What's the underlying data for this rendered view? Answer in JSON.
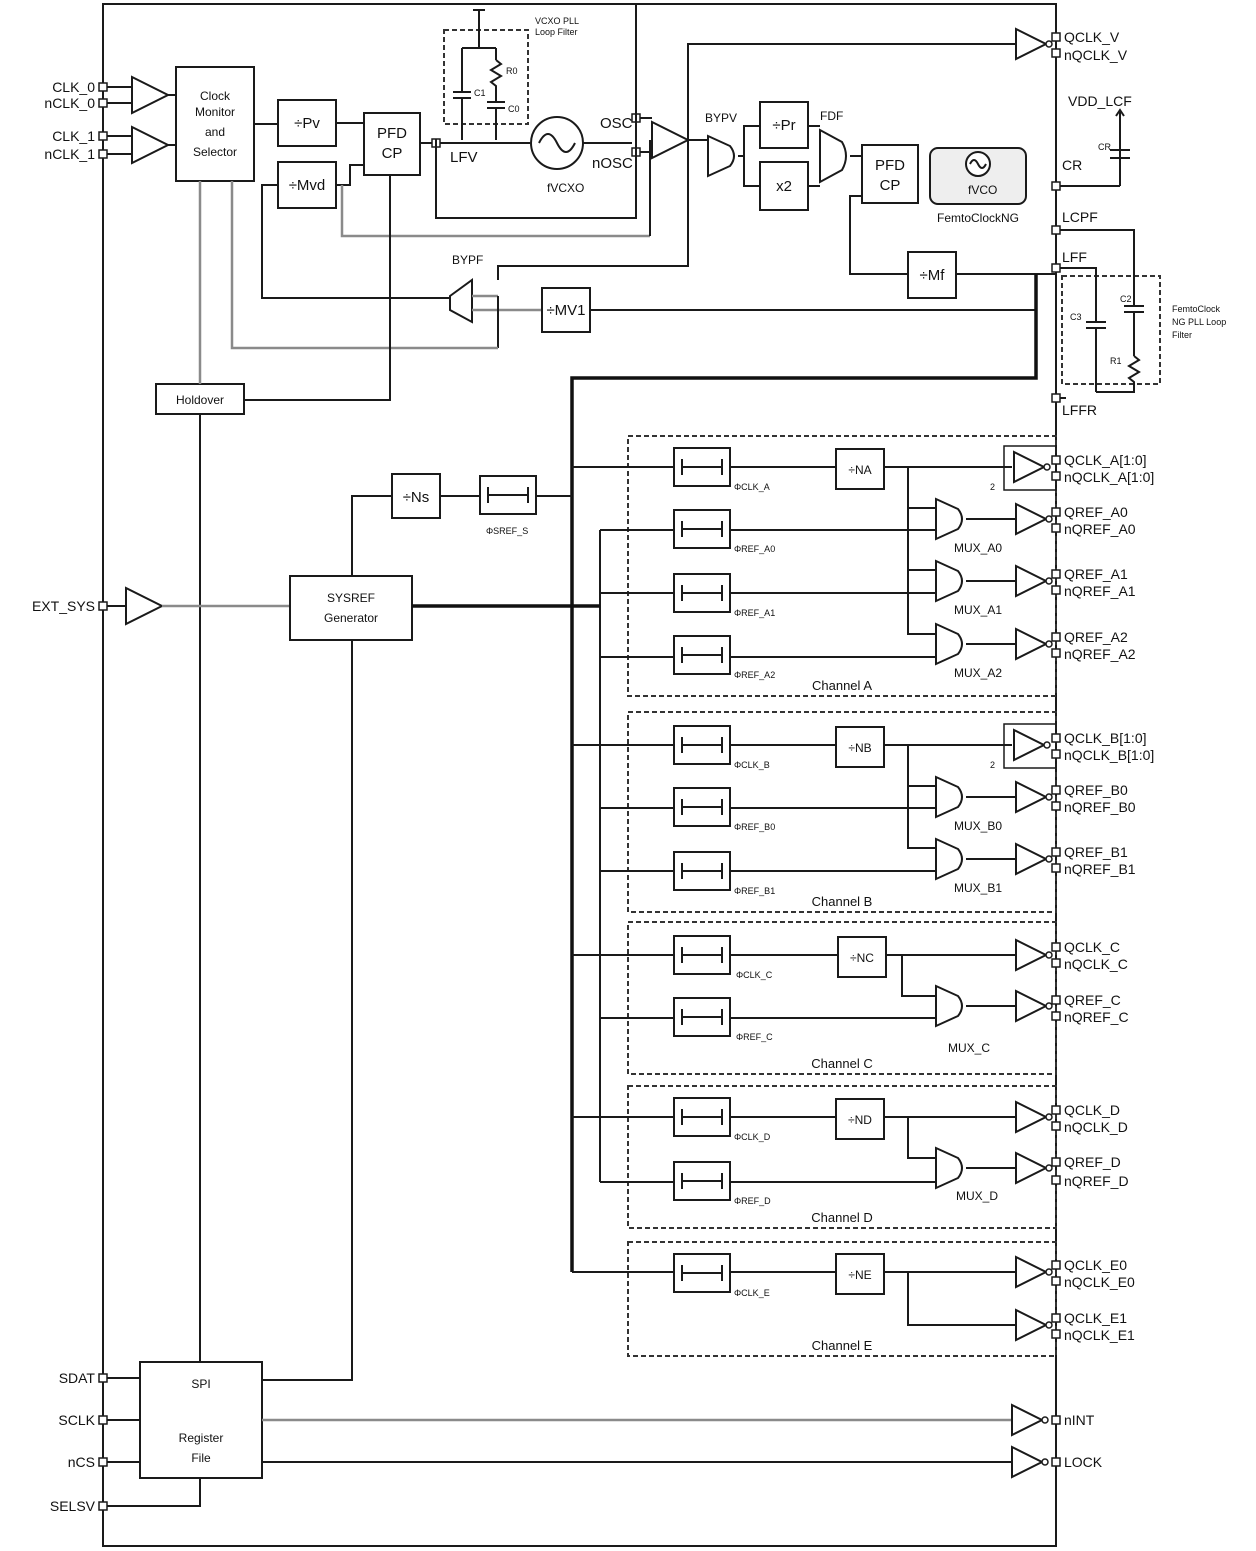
{
  "inputs": {
    "clk0": "CLK_0",
    "nclk0": "nCLK_0",
    "clk1": "CLK_1",
    "nclk1": "nCLK_1",
    "ext_sys": "EXT_SYS",
    "sdat": "SDAT",
    "sclk": "SCLK",
    "ncs": "nCS",
    "selsv": "SELSV"
  },
  "blocks": {
    "clock_monitor": [
      "Clock",
      "Monitor",
      "and",
      "Selector"
    ],
    "pv": "÷Pv",
    "mvd": "÷Mvd",
    "pfd_cp_v": [
      "PFD",
      "CP"
    ],
    "lfv": "LFV",
    "vcxo_freq": "fVCXO",
    "osc": "OSC",
    "nosc": "nOSC",
    "vcxo_filter": [
      "VCXO PLL",
      "Loop Filter"
    ],
    "r0": "R0",
    "c1": "C1",
    "c0": "C0",
    "bypv": "BYPV",
    "pr": "÷Pr",
    "x2": "x2",
    "fdf": "FDF",
    "pfd_cp_f": [
      "PFD",
      "CP"
    ],
    "vco_freq": "fVCO",
    "femtoclock": "FemtoClockNG",
    "mf": "÷Mf",
    "bypf": "BYPF",
    "mv1": "÷MV1",
    "holdover": "Holdover",
    "ns": "÷Ns",
    "phi_sys": "ΦSREF_S",
    "sysref": [
      "SYSREF",
      "Generator"
    ],
    "spi": [
      "SPI",
      "Register",
      "File"
    ]
  },
  "right_pins": {
    "qclk_v": "QCLK_V",
    "nqclk_v": "nQCLK_V",
    "vdd_lcf": "VDD_LCF",
    "cr": "CR",
    "cr_cap": "CR",
    "lcpf": "LCPF",
    "lff": "LFF",
    "lffr": "LFFR",
    "femto_filter": [
      "FemtoClock",
      "NG PLL Loop",
      "Filter"
    ],
    "c2": "C2",
    "c3": "C3",
    "r1": "R1",
    "nint": "nINT",
    "lock": "LOCK"
  },
  "channels": [
    {
      "name": "Channel A",
      "divider": "÷NA",
      "phases": [
        "ΦCLK_A",
        "ΦREF_A0",
        "ΦREF_A1",
        "ΦREF_A2"
      ],
      "muxes": [
        "MUX_A0",
        "MUX_A1",
        "MUX_A2"
      ],
      "outputs": [
        [
          "QCLK_A[1:0]",
          "nQCLK_A[1:0]"
        ],
        [
          "QREF_A0",
          "nQREF_A0"
        ],
        [
          "QREF_A1",
          "nQREF_A1"
        ],
        [
          "QREF_A2",
          "nQREF_A2"
        ]
      ],
      "count": "2"
    },
    {
      "name": "Channel B",
      "divider": "÷NB",
      "phases": [
        "ΦCLK_B",
        "ΦREF_B0",
        "ΦREF_B1"
      ],
      "muxes": [
        "MUX_B0",
        "MUX_B1"
      ],
      "outputs": [
        [
          "QCLK_B[1:0]",
          "nQCLK_B[1:0]"
        ],
        [
          "QREF_B0",
          "nQREF_B0"
        ],
        [
          "QREF_B1",
          "nQREF_B1"
        ]
      ],
      "count": "2"
    },
    {
      "name": "Channel C",
      "divider": "÷NC",
      "phases": [
        "ΦCLK_C",
        "ΦREF_C"
      ],
      "muxes": [
        "MUX_C"
      ],
      "outputs": [
        [
          "QCLK_C",
          "nQCLK_C"
        ],
        [
          "QREF_C",
          "nQREF_C"
        ]
      ]
    },
    {
      "name": "Channel D",
      "divider": "÷ND",
      "phases": [
        "ΦCLK_D",
        "ΦREF_D"
      ],
      "muxes": [
        "MUX_D"
      ],
      "outputs": [
        [
          "QCLK_D",
          "nQCLK_D"
        ],
        [
          "QREF_D",
          "nQREF_D"
        ]
      ]
    },
    {
      "name": "Channel E",
      "divider": "÷NE",
      "phases": [
        "ΦCLK_E"
      ],
      "muxes": [],
      "outputs": [
        [
          "QCLK_E0",
          "nQCLK_E0"
        ],
        [
          "QCLK_E1",
          "nQCLK_E1"
        ]
      ]
    }
  ]
}
